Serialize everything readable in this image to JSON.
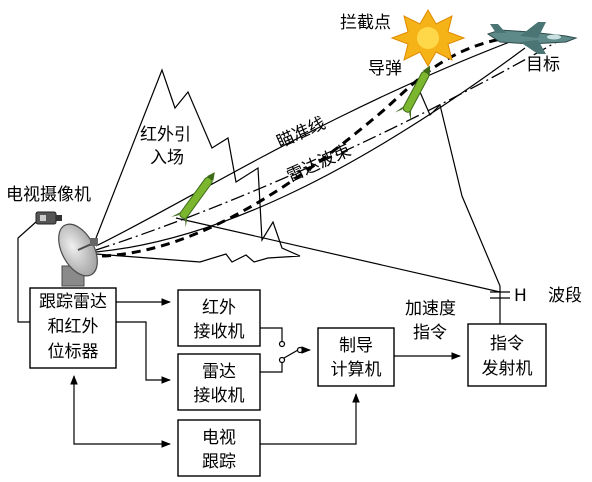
{
  "labels": {
    "intercept_point": "拦截点",
    "missile": "导弹",
    "target": "目标",
    "ir_lead_in": [
      "红外引",
      "入场"
    ],
    "aim_line": "瞄准线",
    "radar_beam": "雷达波束",
    "tv_camera": "电视摄像机",
    "h_band": "H",
    "band": "波段",
    "acceleration_cmd": [
      "加速度",
      "指令"
    ]
  },
  "boxes": {
    "tracking_radar": [
      "跟踪雷达",
      "和红外",
      "位标器"
    ],
    "ir_receiver": [
      "红外",
      "接收机"
    ],
    "radar_receiver": [
      "雷达",
      "接收机"
    ],
    "tv_tracking": [
      "电视",
      "跟踪"
    ],
    "guidance_computer": [
      "制导",
      "计算机"
    ],
    "command_transmitter": [
      "指令",
      "发射机"
    ]
  },
  "colors": {
    "explosion": "#f5b318",
    "explosion_core": "#ffd84a",
    "missile": "#7bb62e",
    "missile_dark": "#3e6b1a",
    "jet": "#5f8a8a",
    "antenna": "#8a8a8a",
    "antenna_dark": "#4a4a4a"
  }
}
